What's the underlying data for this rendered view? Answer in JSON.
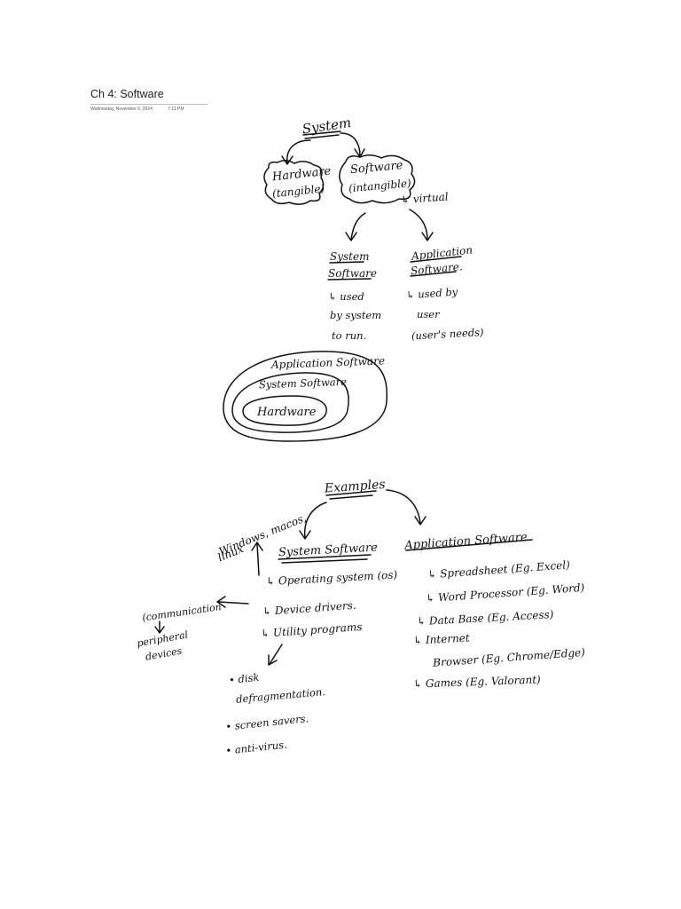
{
  "page": {
    "title": "Ch 4: Software",
    "date": "Wednesday, November 6, 2024",
    "time": "7:11 PM"
  },
  "notes": {
    "tree": {
      "root": "System",
      "hardware_1": "Hardware",
      "hardware_2": "(tangible)",
      "software_1": "Software",
      "software_2": "(intangible)",
      "virtual": "↳ virtual",
      "system_software_1": "System",
      "system_software_2": "Software",
      "system_desc_1": "↳ used",
      "system_desc_2": "by system",
      "system_desc_3": "to run.",
      "app_software_1": "Application",
      "app_software_2": "Software.",
      "app_desc_1": "↳ used by",
      "app_desc_2": "user",
      "app_desc_3": "(user's needs)"
    },
    "layers": {
      "outer": "Application Software",
      "middle": "System Software",
      "inner": "Hardware"
    },
    "examples": {
      "heading": "Examples",
      "os_examples_1": "Windows, macos,",
      "os_examples_2": "linux",
      "system_heading": "System Software",
      "system_items": [
        "↳ Operating system (os)",
        "↳ Device drivers.",
        "↳ Utility programs"
      ],
      "drivers_note_1": "(communication",
      "drivers_note_2": "peripheral",
      "drivers_note_3": "devices",
      "utility_items": [
        "• disk",
        "defragmentation.",
        "• screen savers.",
        "• anti-virus."
      ],
      "app_heading": "Application Software",
      "app_items": [
        "↳ Spreadsheet (Eg. Excel)",
        "↳ Word Processor (Eg. Word)",
        "↳ Data Base (Eg. Access)",
        "↳ Internet",
        "Browser (Eg. Chrome/Edge)",
        "↳ Games (Eg. Valorant)"
      ]
    }
  }
}
